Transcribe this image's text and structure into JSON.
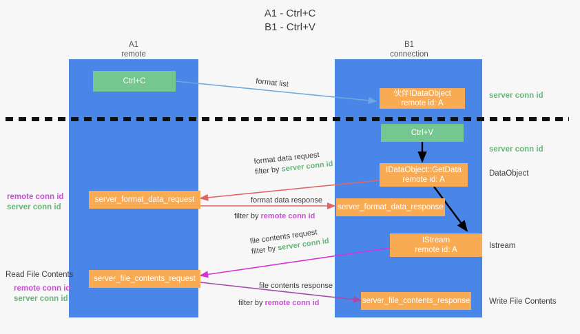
{
  "title": {
    "line1": "A1 - Ctrl+C",
    "line2": "B1 - Ctrl+V"
  },
  "columns": [
    {
      "name": "A1",
      "role": "remote"
    },
    {
      "name": "B1",
      "role": "connection"
    }
  ],
  "boxes": {
    "ctrl_c": "Ctrl+C",
    "data_object_top_l1": "伙伴IDataObject",
    "data_object_top_l2": "remote id: A",
    "ctrl_v": "Ctrl+V",
    "get_data_l1": "IDataObject::GetData",
    "get_data_l2": "remote id: A",
    "format_data_request": "server_format_data_request",
    "format_data_response": "server_format_data_response",
    "istream_l1": "IStream",
    "istream_l2": "remote id: A",
    "file_contents_request": "server_file_contents_request",
    "file_contents_response": "server_file_contents_response"
  },
  "edges": {
    "format_list": "format list",
    "format_data_request": "format data request",
    "format_data_request_filter_prefix": "filter by ",
    "format_data_request_filter_value": "server conn id",
    "format_data_response": "format data response",
    "format_data_response_filter_prefix": "filter by ",
    "format_data_response_filter_value": "remote conn id",
    "file_contents_request": "file contents request",
    "file_contents_request_filter_prefix": "filter by ",
    "file_contents_request_filter_value": "server conn id",
    "file_contents_response": "file contents response",
    "file_contents_response_filter_prefix": "filter by ",
    "file_contents_response_filter_value": "remote conn id"
  },
  "right_notes": {
    "server_conn_id_1": "server conn id",
    "server_conn_id_2": "server conn id",
    "data_object": "DataObject",
    "istream": "Istream",
    "write_file_contents": "Write File Contents"
  },
  "left_notes": {
    "remote_conn_id_1": "remote conn id",
    "server_conn_id_1": "server conn id",
    "read_file_contents": "Read File Contents",
    "remote_conn_id_2": "remote conn id",
    "server_conn_id_2": "server conn id"
  },
  "colors": {
    "lane": "#4a86e8",
    "green_box": "#76c68f",
    "orange_box": "#f9ab54",
    "green_text": "#69b579",
    "purple_text": "#c94fd4",
    "blue_arrow": "#6fa8dc",
    "red_arrow": "#e06666",
    "magenta_arrow": "#d633d6",
    "purple_arrow": "#a64ca6",
    "black_arrow": "#000000",
    "background": "#f7f7f7"
  }
}
